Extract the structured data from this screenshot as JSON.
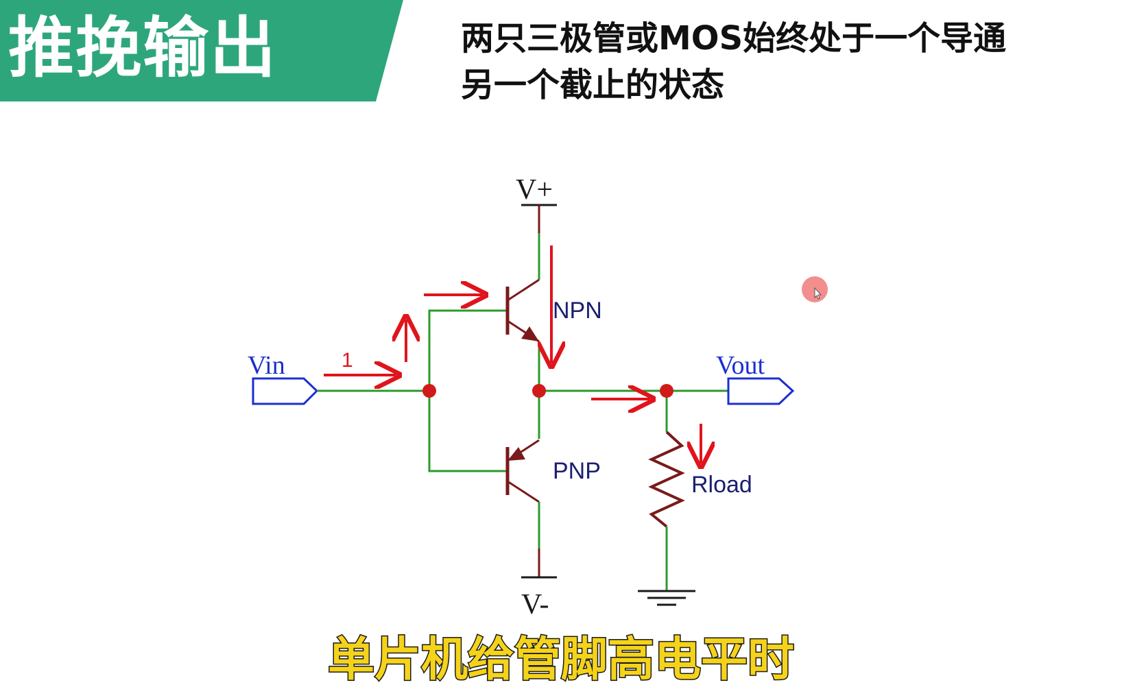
{
  "title": "推挽输出",
  "description_lines": [
    "两只三极管或MOS始终处于一个导通",
    "另一个截止的状态"
  ],
  "caption": "单片机给管脚高电平时",
  "labels": {
    "vplus": "V+",
    "vminus": "V-",
    "vin": "Vin",
    "vout": "Vout",
    "npn": "NPN",
    "pnp": "PNP",
    "rload": "Rload",
    "step": "1"
  },
  "colors": {
    "banner": "#2ea67c",
    "wire": "#2b9a2b",
    "device": "#7a1a1a",
    "port": "#1a2fd1",
    "arrow": "#e0141c",
    "node": "#d11a1a",
    "label": "#1a2070",
    "caption": "#f5d31a"
  }
}
